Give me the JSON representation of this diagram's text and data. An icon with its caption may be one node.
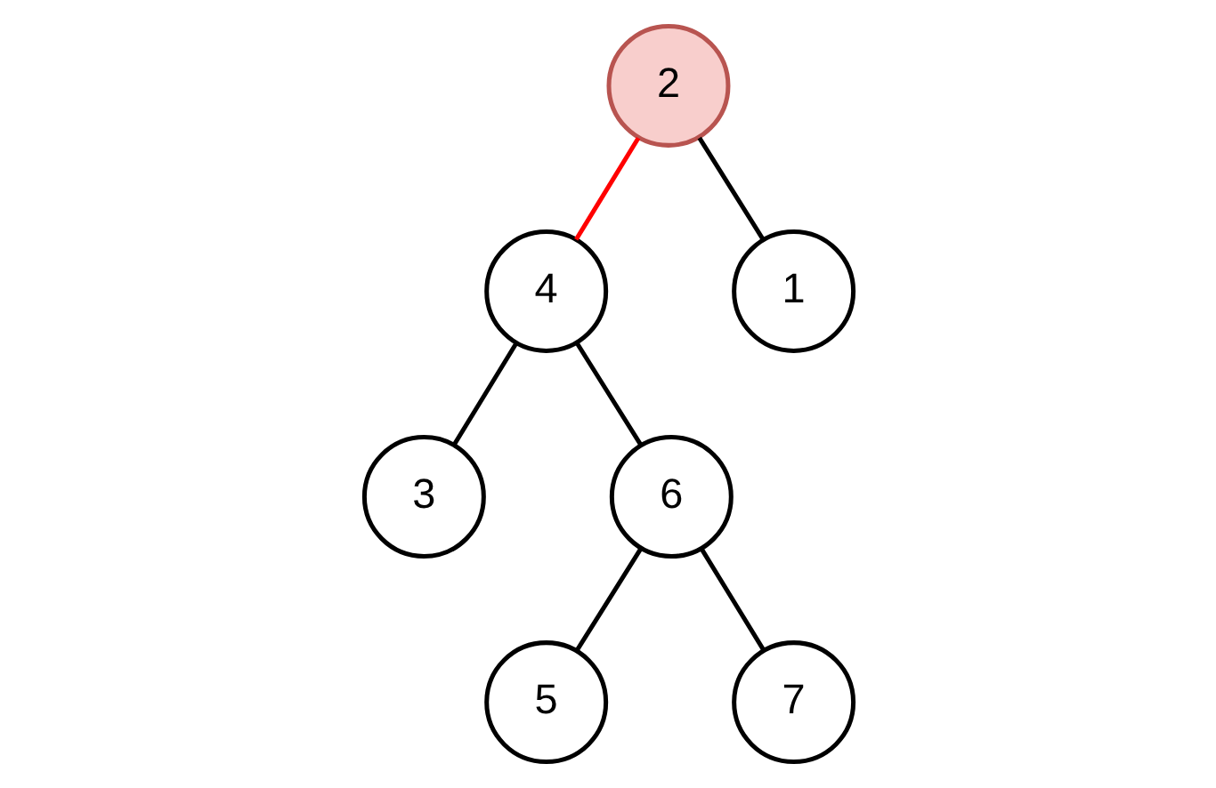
{
  "diagram": {
    "nodes": [
      {
        "text": [
          "2"
        ]
      },
      {
        "text": [
          "4"
        ]
      },
      {
        "text": [
          "1"
        ]
      },
      {
        "text": [
          "3"
        ]
      },
      {
        "text": [
          "6"
        ]
      },
      {
        "text": [
          "5"
        ]
      },
      {
        "text": [
          "7"
        ]
      }
    ],
    "edges": [
      {
        "from": 0,
        "to": 2,
        "arrow": "none"
      },
      {
        "from": 0,
        "to": 1,
        "arrow": "none",
        "color": "#ff0000"
      },
      {
        "from": 1,
        "to": 3,
        "arrow": "none"
      },
      {
        "from": 1,
        "to": 4,
        "arrow": "none"
      },
      {
        "from": 4,
        "to": 5,
        "arrow": "none"
      },
      {
        "from": 4,
        "to": 6,
        "arrow": "none"
      }
    ]
  }
}
